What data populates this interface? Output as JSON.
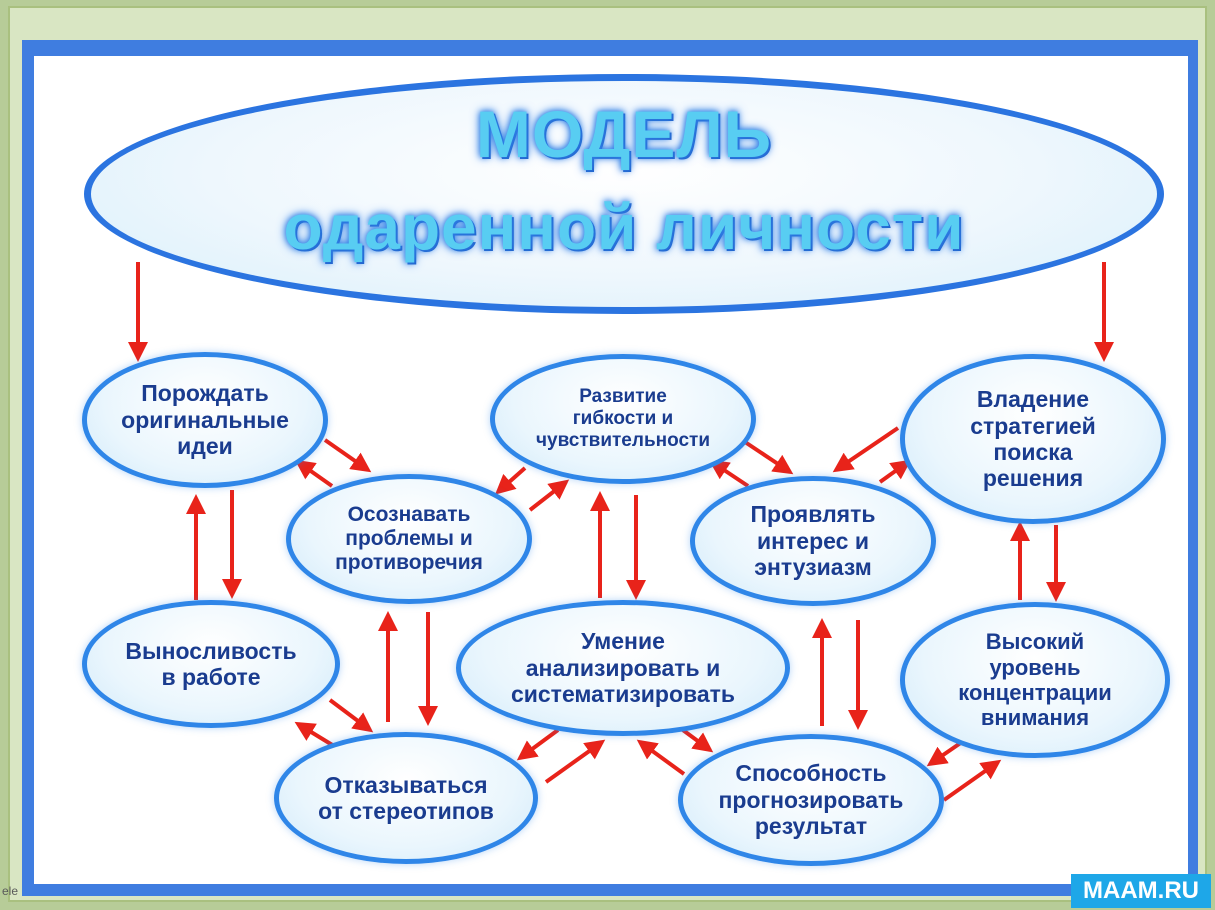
{
  "title": {
    "line1": "МОДЕЛЬ",
    "line2": "одаренной личности"
  },
  "nodes": {
    "generate": "Порождать\nоригинальные\nидеи",
    "aware": "Осознавать\nпроблемы и\nпротиворечия",
    "flex": "Развитие\nгибкости и\nчувствительности",
    "interest": "Проявлять\nинтерес и\nэнтузиазм",
    "strategy": "Владение\nстратегией\nпоиска\nрешения",
    "endurance": "Выносливость\nв работе",
    "analyze": "Умение\nанализировать и\nсистематизировать",
    "concentration": "Высокий\nуровень\nконцентрации\nвнимания",
    "reject": "Отказываться\nот стереотипов",
    "forecast": "Способность\nпрогнозировать\nрезультат"
  },
  "colors": {
    "arrow": "#e8231a",
    "accent": "#2f86e8"
  },
  "watermark": "MAAM.RU",
  "stray_text": "ele"
}
